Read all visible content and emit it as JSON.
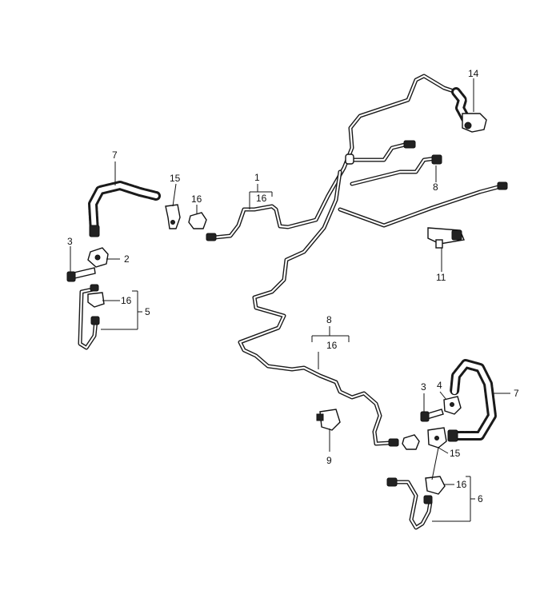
{
  "callouts": [
    {
      "id": "c1",
      "text": "1"
    },
    {
      "id": "c16a",
      "text": "16"
    },
    {
      "id": "c2",
      "text": "2"
    },
    {
      "id": "c3a",
      "text": "3"
    },
    {
      "id": "c5",
      "text": "5"
    },
    {
      "id": "c7a",
      "text": "7"
    },
    {
      "id": "c8a",
      "text": "8"
    },
    {
      "id": "c11",
      "text": "11"
    },
    {
      "id": "c14",
      "text": "14"
    },
    {
      "id": "c15a",
      "text": "15"
    },
    {
      "id": "c16b",
      "text": "16"
    },
    {
      "id": "c16c",
      "text": "16"
    },
    {
      "id": "c8b",
      "text": "8"
    },
    {
      "id": "c16d",
      "text": "16"
    },
    {
      "id": "c3b",
      "text": "3"
    },
    {
      "id": "c4",
      "text": "4"
    },
    {
      "id": "c7b",
      "text": "7"
    },
    {
      "id": "c9",
      "text": "9"
    },
    {
      "id": "c15b",
      "text": "15"
    },
    {
      "id": "c16e",
      "text": "16"
    },
    {
      "id": "c6",
      "text": "6"
    }
  ]
}
